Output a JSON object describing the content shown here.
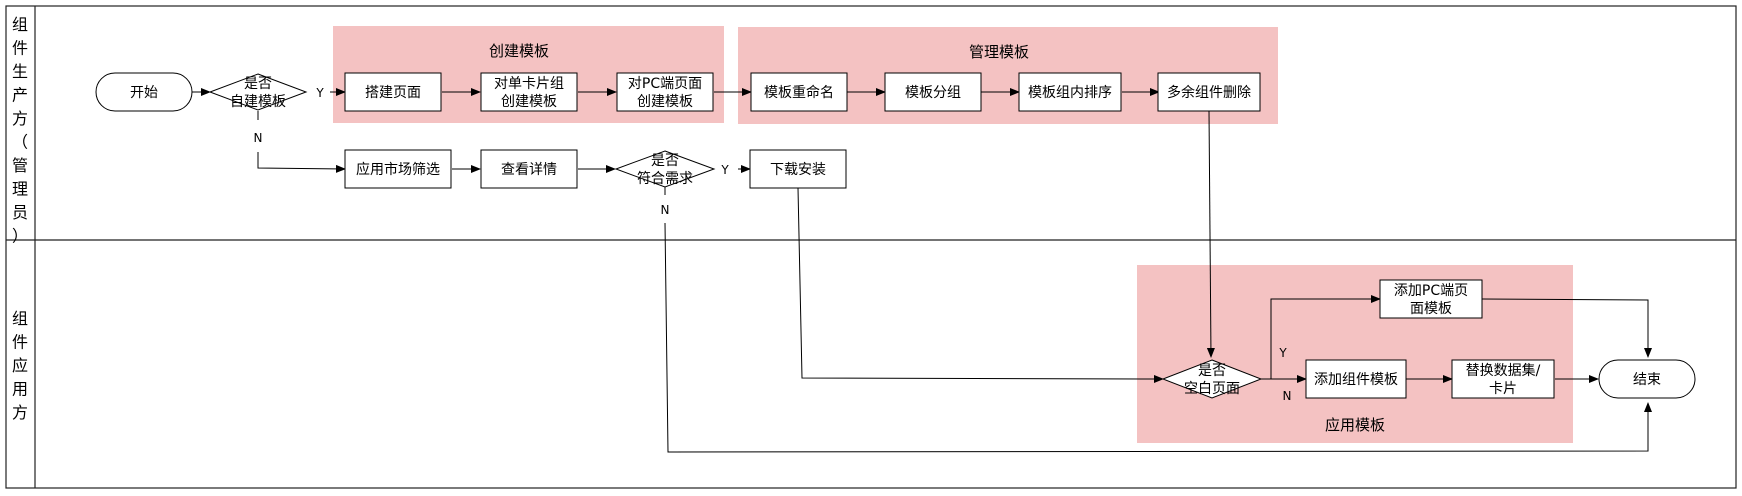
{
  "lanes": [
    {
      "id": "producer",
      "label": "组件生产方（管理员）",
      "chars": [
        "组",
        "件",
        "生",
        "产",
        "方",
        "（",
        "管",
        "理",
        "员",
        "）"
      ]
    },
    {
      "id": "consumer",
      "label": "组件应用方",
      "chars": [
        "组",
        "件",
        "应",
        "用",
        "方"
      ]
    }
  ],
  "colors": {
    "group_fill": "#f4c2c2",
    "stroke": "#000000",
    "node_fill": "#ffffff"
  },
  "groups": [
    {
      "id": "create",
      "label": "创建模板"
    },
    {
      "id": "manage",
      "label": "管理模板"
    },
    {
      "id": "apply",
      "label": "应用模板"
    }
  ],
  "nodes": {
    "start": {
      "lines": [
        "开始"
      ],
      "shape": "terminator"
    },
    "d_self": {
      "lines": [
        "是否",
        "自建模板"
      ],
      "shape": "decision"
    },
    "build_page": {
      "lines": [
        "搭建页面"
      ],
      "shape": "process"
    },
    "card_tpl": {
      "lines": [
        "对单卡片组",
        "创建模板"
      ],
      "shape": "process"
    },
    "pc_tpl": {
      "lines": [
        "对PC端页面",
        "创建模板"
      ],
      "shape": "process"
    },
    "rename": {
      "lines": [
        "模板重命名"
      ],
      "shape": "process"
    },
    "grouping": {
      "lines": [
        "模板分组"
      ],
      "shape": "process"
    },
    "sort": {
      "lines": [
        "模板组内排序"
      ],
      "shape": "process"
    },
    "delete": {
      "lines": [
        "多余组件删除"
      ],
      "shape": "process"
    },
    "market": {
      "lines": [
        "应用市场筛选"
      ],
      "shape": "process"
    },
    "detail": {
      "lines": [
        "查看详情"
      ],
      "shape": "process"
    },
    "d_meet": {
      "lines": [
        "是否",
        "符合需求"
      ],
      "shape": "decision"
    },
    "install": {
      "lines": [
        "下载安装"
      ],
      "shape": "process"
    },
    "d_blank": {
      "lines": [
        "是否",
        "空白页面"
      ],
      "shape": "decision"
    },
    "add_pc": {
      "lines": [
        "添加PC端页",
        "面模板"
      ],
      "shape": "process"
    },
    "add_comp": {
      "lines": [
        "添加组件模板"
      ],
      "shape": "process"
    },
    "replace": {
      "lines": [
        "替换数据集/",
        "卡片"
      ],
      "shape": "process"
    },
    "end": {
      "lines": [
        "结束"
      ],
      "shape": "terminator"
    }
  },
  "edge_labels": {
    "self_yes": "Y",
    "self_no": "N",
    "meet_yes": "Y",
    "meet_no": "N",
    "blank_yes": "Y",
    "blank_no": "N"
  }
}
